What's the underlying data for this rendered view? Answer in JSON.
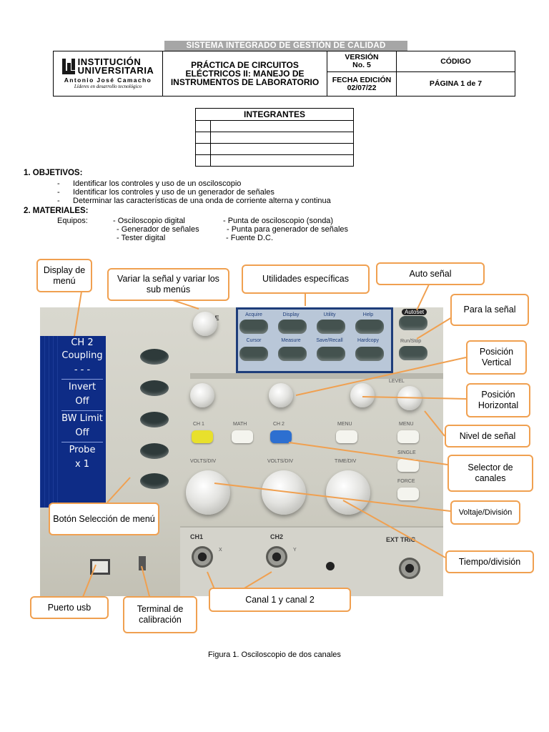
{
  "header": {
    "band": "SISTEMA INTEGRADO DE GESTIÓN DE CALIDAD",
    "logo_line1": "INSTITUCIÓN",
    "logo_line2": "UNIVERSITARIA",
    "logo_line3": "Antonio José Camacho",
    "logo_slogan": "Líderes en desarrollo tecnológico",
    "title_line1": "PRÁCTICA DE CIRCUITOS",
    "title_line2": "ELÉCTRICOS II: MANEJO DE",
    "title_line3": "INSTRUMENTOS DE LABORATORIO",
    "version_label": "VERSIÓN",
    "version_value": "No. 5",
    "codigo_label": "CÓDIGO",
    "fecha_label": "FECHA EDICIÓN",
    "fecha_value": "02/07/22",
    "pagina": "PÁGINA 1 de 7"
  },
  "integrantes": {
    "title": "INTEGRANTES"
  },
  "objetivos": {
    "heading": "1.   OBJETIVOS:",
    "items": [
      "Identificar los controles y uso de un osciloscopio",
      "Identificar los controles  y uso de un generador de señales",
      "Determinar las características de una onda de corriente alterna y continua"
    ]
  },
  "materiales": {
    "heading": "2.   MATERIALES:",
    "equipos_label": "Equipos:",
    "col1": [
      "- Osciloscopio digital",
      "- Generador de señales",
      "- Tester digital"
    ],
    "col2": [
      "- Punta de osciloscopio (sonda)",
      "- Punta para generador de señales",
      "- Fuente D.C."
    ]
  },
  "figure": {
    "caption": "Figura 1. Osciloscopio de dos canales",
    "lcd_items": [
      "CH 2",
      "Coupling",
      "- - -",
      "Invert",
      "Off",
      "BW Limit",
      "Off",
      "Probe",
      "x 1"
    ],
    "panel_labels_top": [
      "Acquire",
      "Display",
      "Utility",
      "Help"
    ],
    "panel_labels_bottom": [
      "Cursor",
      "Measure",
      "Save/Recall",
      "Hardcopy"
    ],
    "autoset": "Autoset",
    "runstop": "Run/Stop",
    "variable": "ABLE",
    "ch1_btn": "CH 1",
    "math_btn": "MATH",
    "ch2_btn": "CH 2",
    "menu_btn": "MENU",
    "menu_btn2": "MENU",
    "single_btn": "SINGLE",
    "force_btn": "FORCE",
    "level": "LEVEL",
    "volts_div": "VOLTS/DIV",
    "volts_div2": "VOLTS/DIV",
    "time_div": "TIME/DIV",
    "ch1_label": "CH1",
    "ch2_label": "CH2",
    "ext_trig": "EXT TRIG",
    "x_label": "X",
    "y_label": "Y",
    "callouts": {
      "display_menu": "Display de menú",
      "variar": "Variar la señal y variar los sub menús",
      "utilidades": "Utilidades específicas",
      "auto_senal": "Auto señal",
      "para_senal": "Para la señal",
      "pos_vertical": "Posición Vertical",
      "pos_horizontal": "Posición Horizontal",
      "nivel": "Nivel de señal",
      "selector": "Selector de canales",
      "voltaje": "Voltaje/División",
      "tiempo": "Tiempo/división",
      "boton_menu": "Botón Selección de menú",
      "usb": "Puerto usb",
      "terminal": "Terminal de calibración",
      "canales": "Canal 1 y canal 2"
    }
  }
}
